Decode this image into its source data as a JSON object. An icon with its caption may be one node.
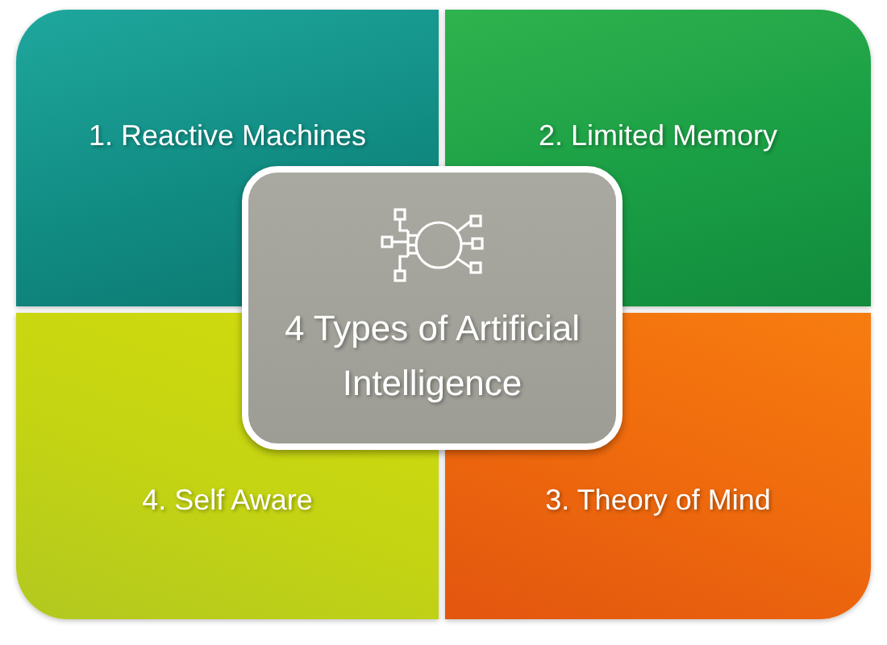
{
  "diagram": {
    "nodes": [
      {
        "text": [
          "1. Reactive Machines"
        ]
      },
      {
        "text": [
          "2. Limited Memory"
        ]
      },
      {
        "text": [
          "4 Types of Artificial Intelligence"
        ]
      },
      {
        "text": [
          "4. Self Aware"
        ]
      },
      {
        "text": [
          "3. Theory of Mind"
        ]
      }
    ]
  }
}
